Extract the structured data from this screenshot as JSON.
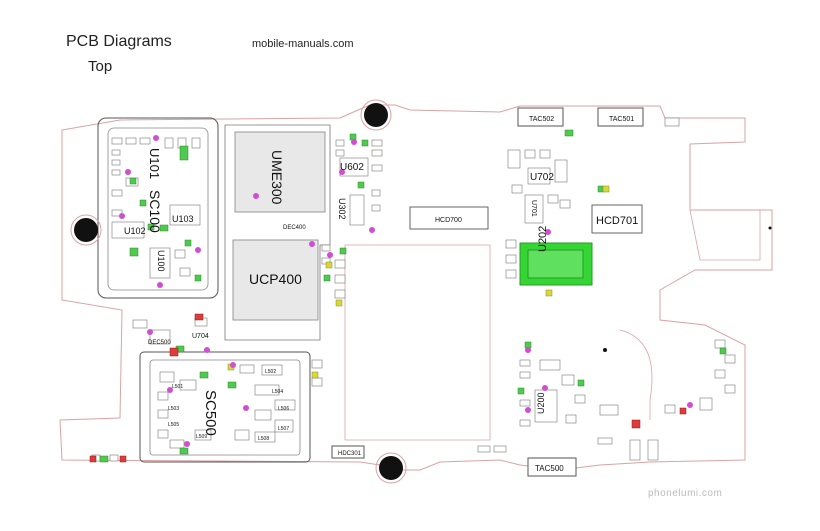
{
  "header": {
    "title": "PCB Diagrams",
    "subtitle": "Top",
    "source": "mobile-manuals.com",
    "watermark": "phonelumi.com"
  },
  "components": {
    "U101": "U101",
    "SC100": "SC100",
    "U103": "U103",
    "U102": "U102",
    "U100": "U100",
    "UME300": "UME300",
    "U602": "U602",
    "U302": "U302",
    "UCP400": "UCP400",
    "DEC400": "DEC400",
    "HCD700": "HCD700",
    "HCD701": "HCD701",
    "TAC502": "TAC502",
    "TAC501": "TAC501",
    "TAC500": "TAC500",
    "U702": "U702",
    "U701": "U701",
    "U202": "U202",
    "U704": "U704",
    "DEC500": "DEC500",
    "SC500": "SC500",
    "U200": "U200",
    "HDC301": "HDC301",
    "L502": "L502",
    "L501": "L501",
    "L503": "L503",
    "L504": "L504",
    "L505": "L505",
    "L506": "L506",
    "L507": "L507",
    "L508": "L508",
    "L509": "L509"
  },
  "colors": {
    "outline": "#d9a3a3",
    "chip": "#e8e8e8",
    "green": "#4fc94f",
    "bright_green": "#33d633",
    "magenta": "#d04fd0",
    "red": "#e03a3a",
    "yellow": "#d8d83a"
  }
}
